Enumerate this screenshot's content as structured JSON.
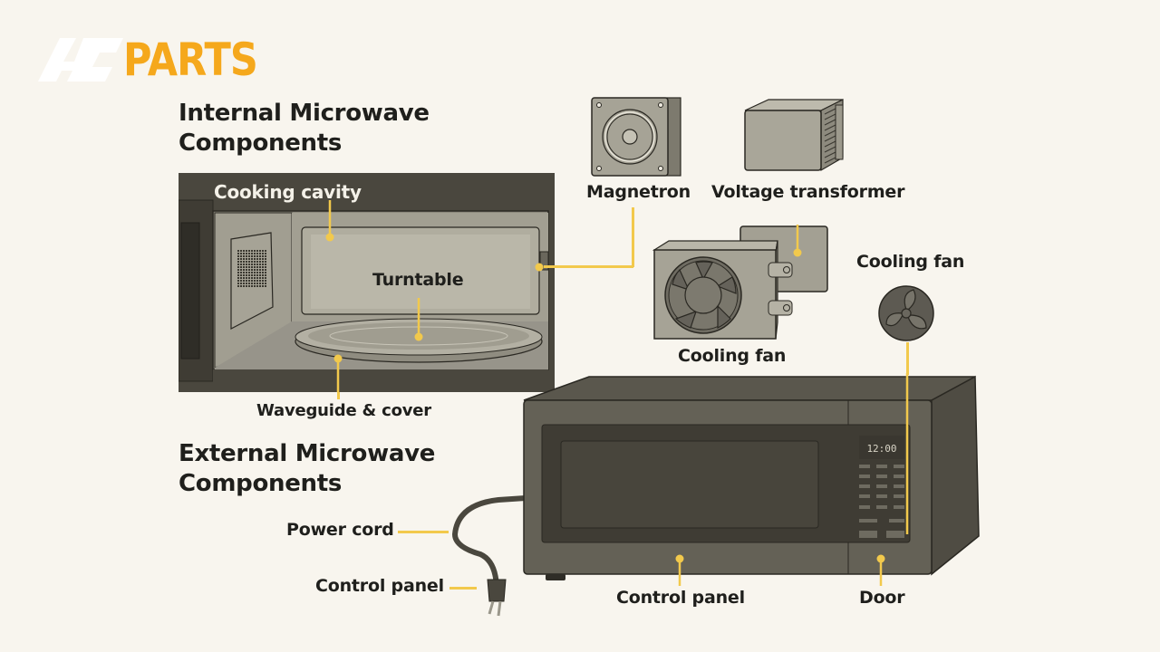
{
  "brand": {
    "logo_mark": "A2",
    "logo_text": "PARTS",
    "accent": "#f5a81c"
  },
  "sections": {
    "internal_title_line1": "Internal Microwave",
    "internal_title_line2": "Components",
    "external_title_line1": "External Microwave",
    "external_title_line2": "Components"
  },
  "internal_labels": {
    "cooking_cavity": "Cooking cavity",
    "turntable": "Turntable",
    "waveguide": "Waveguide & cover",
    "magnetron": "Magnetron",
    "voltage_transformer": "Voltage transformer",
    "cooling_fan_unit": "Cooling fan",
    "cooling_fan_small": "Cooling fan"
  },
  "external_labels": {
    "power_cord": "Power cord",
    "plug_control_panel": "Control panel",
    "control_panel": "Control panel",
    "door": "Door"
  },
  "display": {
    "clock": "12:00"
  },
  "colors": {
    "leader_line": "#f2c94c",
    "background": "#f8f5ee",
    "body_dark": "#5a574d",
    "metal": "#a8a598"
  }
}
